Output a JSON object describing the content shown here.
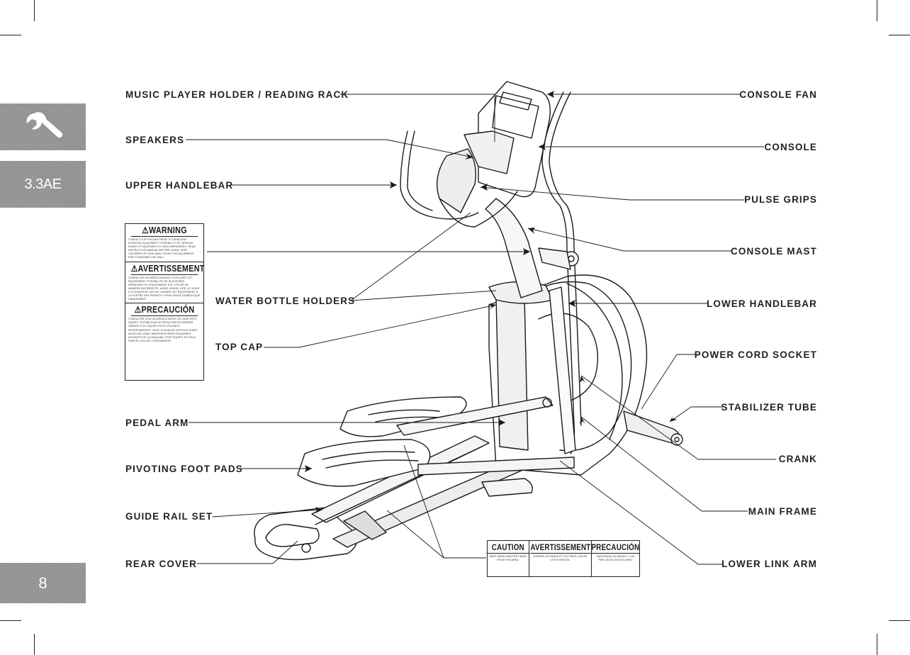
{
  "page": {
    "number": "8",
    "model_tab": "3.3AE",
    "wrench_icon": "wrench-icon"
  },
  "labels": {
    "music_player": "MUSIC PLAYER HOLDER / READING RACK",
    "speakers": "SPEAKERS",
    "upper_handlebar": "UPPER HANDLEBAR",
    "water_bottle": "WATER BOTTLE HOLDERS",
    "top_cap": "TOP CAP",
    "pedal_arm": "PEDAL ARM",
    "pivoting_foot_pads": "PIVOTING FOOT PADS",
    "guide_rail_set": "GUIDE RAIL SET",
    "rear_cover": "REAR COVER",
    "console_fan": "CONSOLE FAN",
    "console": "CONSOLE",
    "pulse_grips": "PULSE GRIPS",
    "console_mast": "CONSOLE MAST",
    "lower_handlebar": "LOWER HANDLEBAR",
    "power_cord_socket": "POWER CORD SOCKET",
    "stabilizer_tube": "STABILIZER TUBE",
    "crank": "CRANK",
    "main_frame": "MAIN FRAME",
    "lower_link_arm": "LOWER LINK ARM"
  },
  "warning_label": {
    "warning_title": "⚠WARNING",
    "warning_text": "CONSULT A PHYSICIAN PRIOR TO USING ANY EXERCISE EQUIPMENT. POSSIBILITY OF SERIOUS INJURY IF EQUIPMENT IS USED IMPROPERLY. READ INSTRUCTION MANUAL BEFORE USING. KEEP CHILDREN OFF AND AWAY FROM THIS EQUIPMENT. FOR CONSUMER USE ONLY.",
    "avertissement_title": "⚠AVERTISSEMENT",
    "avertissement_text": "CONSULTER UN MÉDECIN AVANT D'UTILISER CET ÉQUIPEMENT. POSSIBILITÉ DE BLESSURES SÉRIEUSES SI L'ÉQUIPEMENT EST UTILISÉ DE MANIÈRE INCORRECTE. AVANT USAGE, LIRE LE GUIDE D'UTILISATEUR. NE PAS LAISSER CET ÉQUIPEMENT À LA PORTÉE DES ENFANTS. POUR USAGE DOMESTIQUE UNIQUEMENT.",
    "precaucion_title": "⚠PRECAUCIÓN",
    "precaucion_text": "CONSULTAR CON UN MÉDICO ANTES DE USAR ESTE EQUIPO. POSIBILIDAD DE RESULTAR EN HERIDAS GRAVES SI EL EQUIPO ESTÁ UTILIZADO IMPROPIAMENTE. LEER LA GUÍA DE INSTRUCCIONES ANTES DE USAR. MANTENER NIÑOS PEQUEÑOS ALEJADOS DE LA MÁQUINA. ESTE EQUIPO ES SÓLO PARA EL USO DEL CONSUMIDOR."
  },
  "caution_label": {
    "caution_title": "CAUTION",
    "caution_text": "KEEP HANDS AND FEET AWAY FROM THIS AREA.",
    "avertissement_title": "AVERTISSEMENT",
    "avertissement_text": "GARDER LES MAINS ET LES PIEDS LOIN DE CETTE RÉGION.",
    "precaucion_title": "PRECAUCIÓN",
    "precaucion_text": "MANTENGA LAS MANOS Y LOS PIES LEJOS DE ESTA ÁREA."
  }
}
